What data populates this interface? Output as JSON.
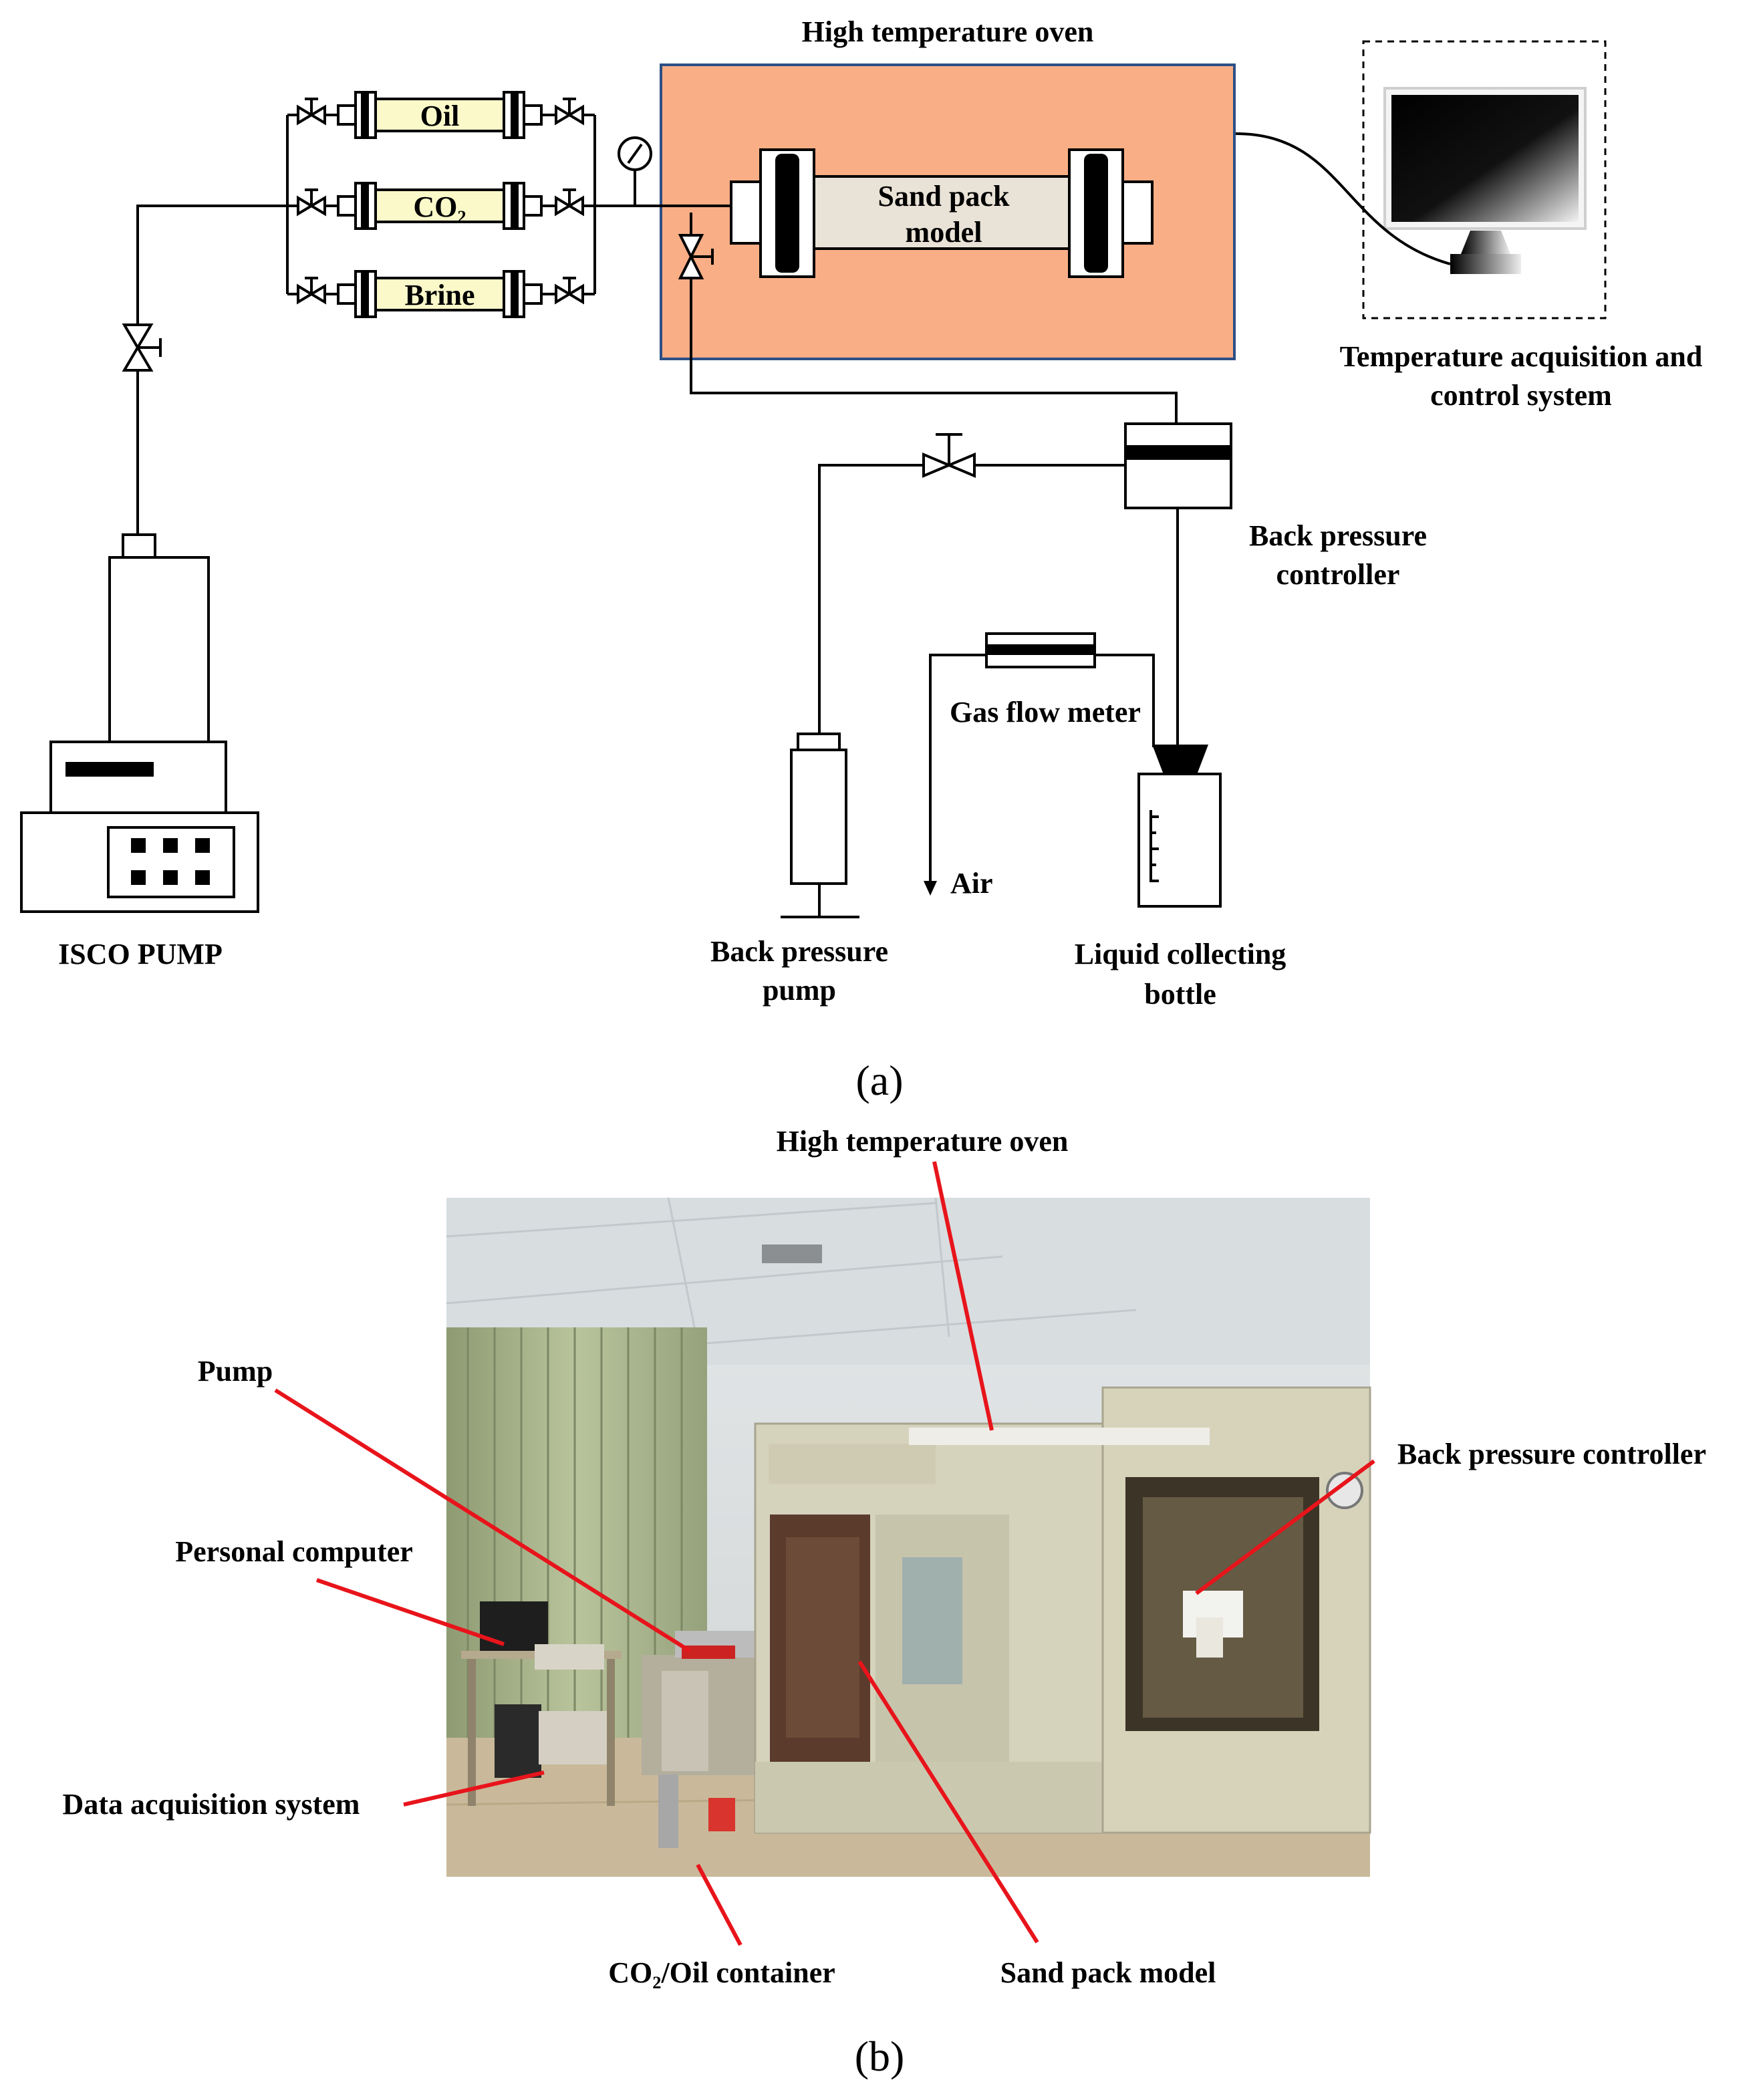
{
  "panel_a": {
    "caption": "(a)",
    "oven_title": "High temperature oven",
    "cylinders": [
      "Oil",
      "CO₂",
      "Brine"
    ],
    "sand_pack_line1": "Sand pack",
    "sand_pack_line2": "model",
    "temp_system_line1": "Temperature acquisition and",
    "temp_system_line2": "control system",
    "back_pressure_controller_line1": "Back pressure",
    "back_pressure_controller_line2": "controller",
    "gas_flow_meter": "Gas flow meter",
    "air": "Air",
    "isco_pump": "ISCO PUMP",
    "back_pressure_pump_line1": "Back pressure",
    "back_pressure_pump_line2": "pump",
    "liquid_bottle_line1": "Liquid collecting",
    "liquid_bottle_line2": "bottle"
  },
  "panel_b": {
    "caption": "(b)",
    "labels": {
      "oven": "High temperature oven",
      "pump": "Pump",
      "back_pressure_controller": "Back pressure controller",
      "personal_computer": "Personal computer",
      "data_acquisition": "Data acquisition system",
      "container": "CO₂/Oil container",
      "sand_pack": "Sand pack model"
    }
  },
  "colors": {
    "oven_fill": "#f9ae86",
    "oven_border": "#2c4f86",
    "cylinder_fill": "#fbf9c9",
    "sandpack_fill": "#e9e2d6",
    "leader_lines": "#e8141b"
  }
}
